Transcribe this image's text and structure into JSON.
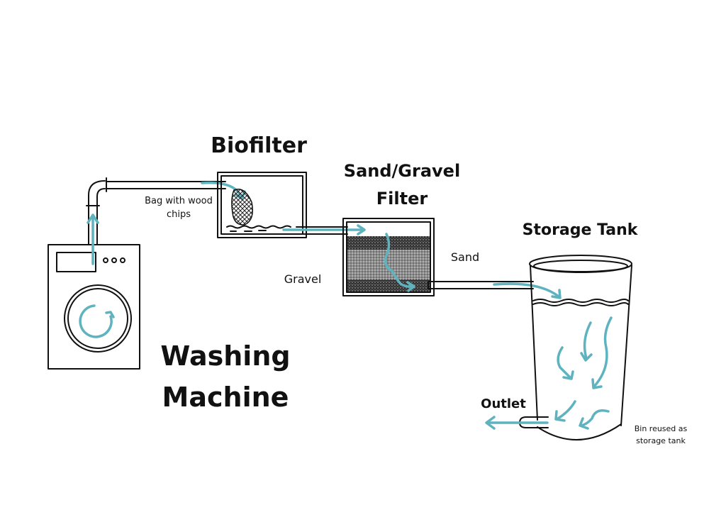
{
  "colors": {
    "flow": "#5fb3bf",
    "ink": "#111111",
    "gravel": "#9a9a9a",
    "dark_layer": "#3a3a3a"
  },
  "labels": {
    "washing_machine": [
      "Washing",
      "Machine"
    ],
    "biofilter": "Biofilter",
    "bag": [
      "Bag with wood",
      "chips"
    ],
    "sand_gravel_filter": [
      "Sand/Gravel",
      "Filter"
    ],
    "gravel": "Gravel",
    "sand": "Sand",
    "storage_tank": "Storage Tank",
    "outlet": "Outlet",
    "bin_note": [
      "Bin reused as",
      "storage tank"
    ]
  }
}
